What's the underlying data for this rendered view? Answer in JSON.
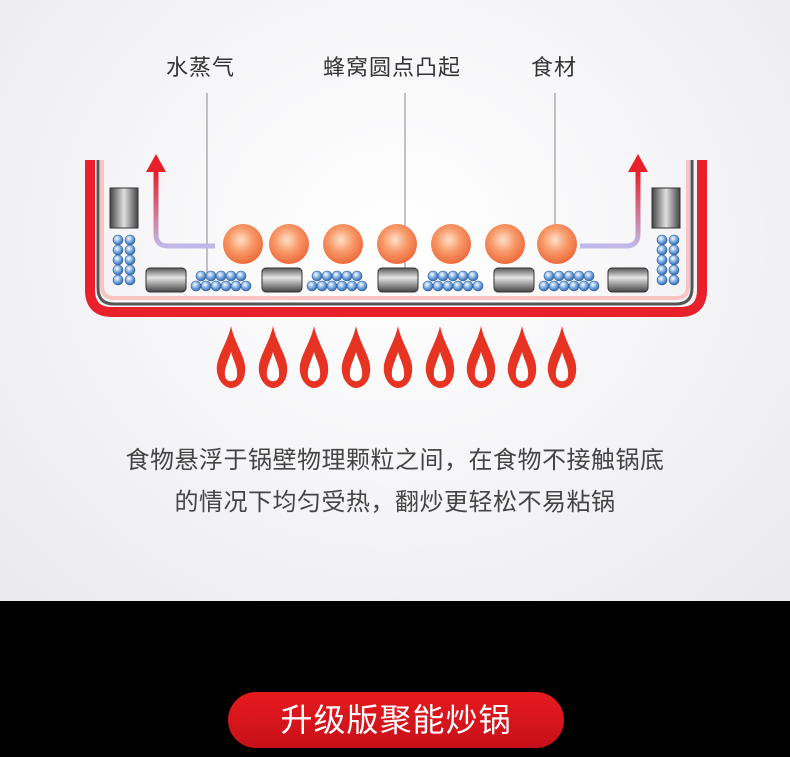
{
  "labels": {
    "steam": "水蒸气",
    "honeycomb": "蜂窝圆点凸起",
    "food": "食材"
  },
  "description": {
    "line1": "食物悬浮于锅壁物理颗粒之间，在食物不接触锅底",
    "line2": "的情况下均匀受热，翻炒更轻松不易粘锅"
  },
  "banner": {
    "text": "升级版聚能炒锅"
  },
  "colors": {
    "pan_red": "#e8202a",
    "flame": "#e63322",
    "food_orange": "#f47a4a",
    "steam_blue": "#4a86c8",
    "banner_red": "#d8161c"
  }
}
